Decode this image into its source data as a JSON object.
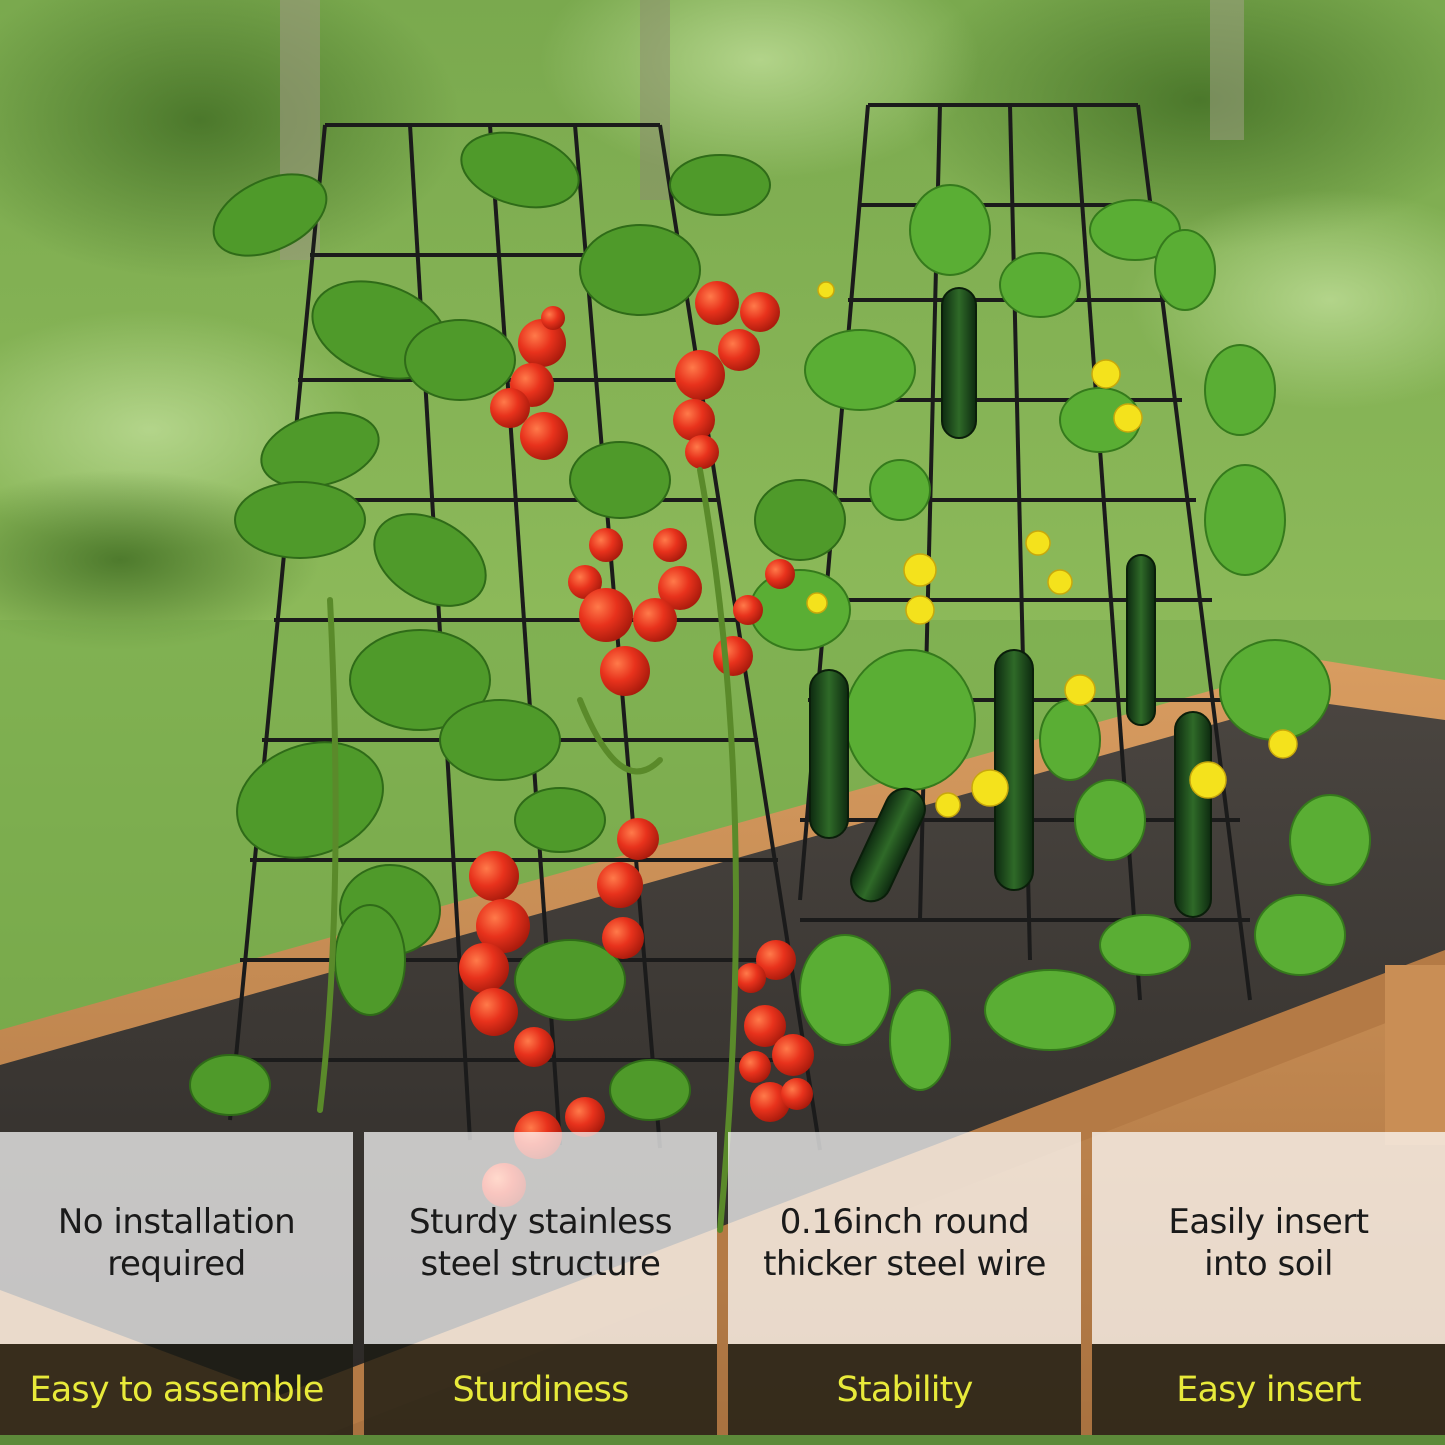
{
  "features": [
    {
      "description": "No installation\nrequired",
      "title": "Easy to assemble"
    },
    {
      "description": "Sturdy stainless\nsteel structure",
      "title": "Sturdiness"
    },
    {
      "description": "0.16inch round\nthicker steel wire",
      "title": "Stability"
    },
    {
      "description": "Easily insert\ninto soil",
      "title": "Easy insert"
    }
  ],
  "colors": {
    "title_text": "#e8ea3a",
    "description_text": "#1a1a1a",
    "tomato": "#e8321c",
    "leaf": "#4f9a2a",
    "trellis": "#1b1b1b",
    "soil": "#3a3632",
    "wood": "#c98e55"
  }
}
